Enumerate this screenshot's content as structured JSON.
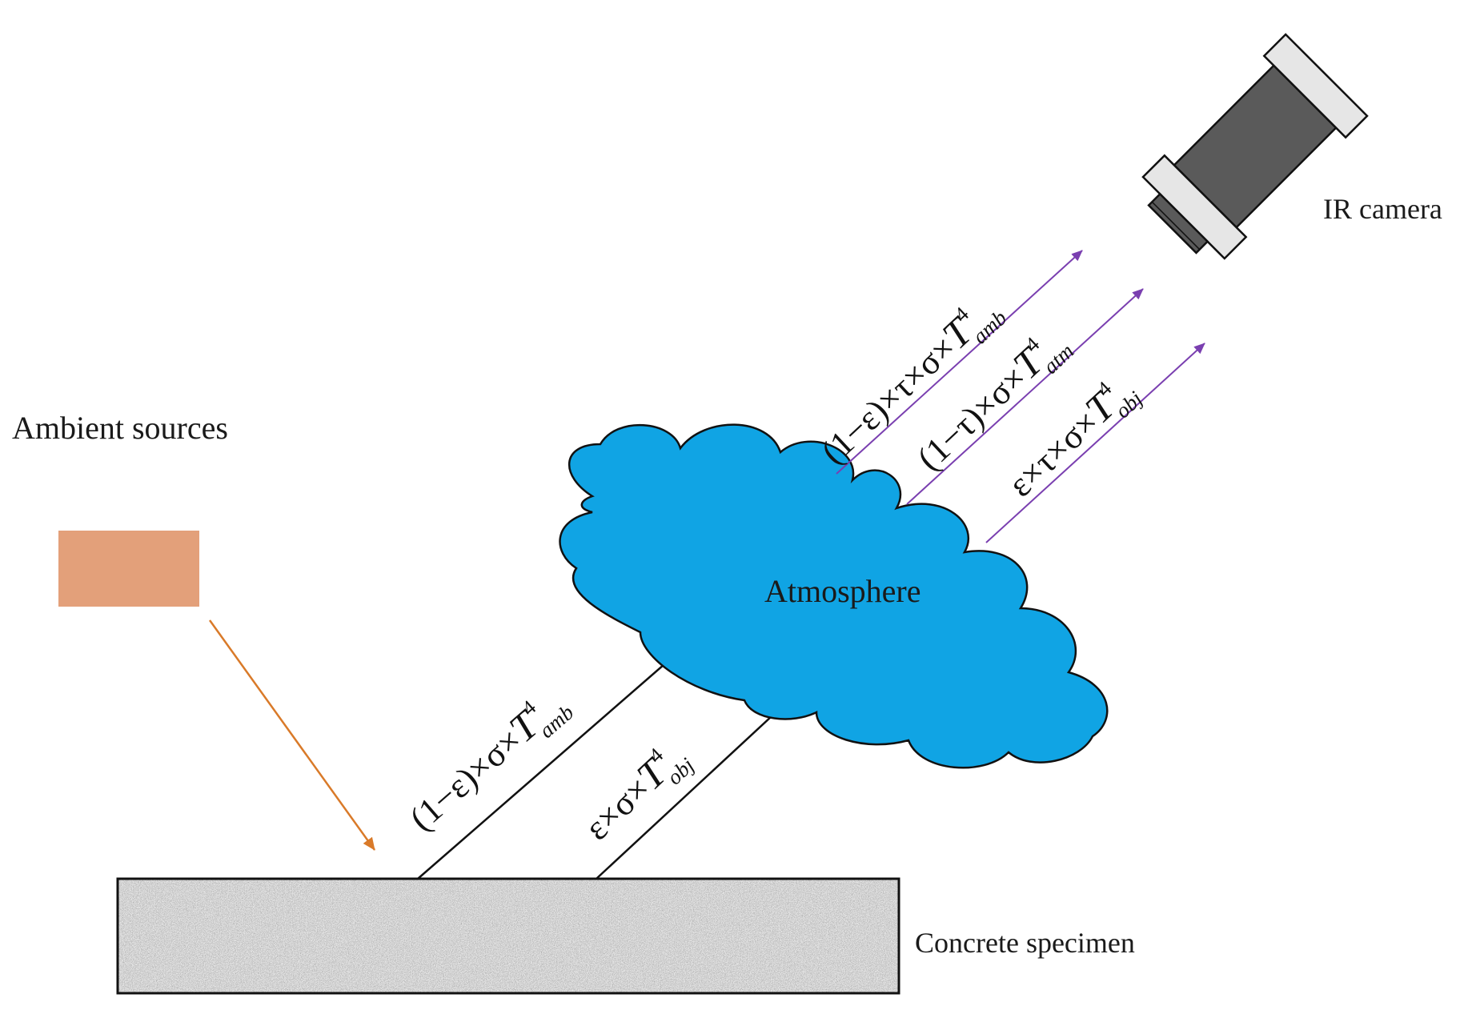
{
  "colors": {
    "background": "#ffffff",
    "cloud_fill": "#10a4e4",
    "ambient_box_fill": "#e3a07a",
    "incident_arrow": "#d97a29",
    "surface_arrows": "#111111",
    "camera_arrows": "#7a3fb0",
    "camera_body": "#5a5a5a",
    "camera_caps": "#e6e6e6",
    "concrete": "#9a9a9a"
  },
  "labels": {
    "ambient_sources": "Ambient sources",
    "atmosphere": "Atmosphere",
    "ir_camera": "IR camera",
    "concrete_specimen": "Concrete specimen"
  },
  "equations": {
    "reflected_surface": {
      "body": "(1−ε)×σ×",
      "T": "T",
      "sup": "4",
      "sub": "amb"
    },
    "emitted_surface": {
      "body": "ε×σ×",
      "T": "T",
      "sup": "4",
      "sub": "obj"
    },
    "reflected_camera": {
      "body": "(1−ε)×τ×σ×",
      "T": "T",
      "sup": "4",
      "sub": "amb"
    },
    "atmosphere_camera": {
      "body": "(1−τ)×σ×",
      "T": "T",
      "sup": "4",
      "sub": "atm"
    },
    "emitted_camera": {
      "body": "ε×τ×σ×",
      "T": "T",
      "sup": "4",
      "sub": "obj"
    }
  },
  "icons": [
    "ir-camera-icon",
    "cloud-icon",
    "concrete-block-icon",
    "ambient-source-icon"
  ]
}
